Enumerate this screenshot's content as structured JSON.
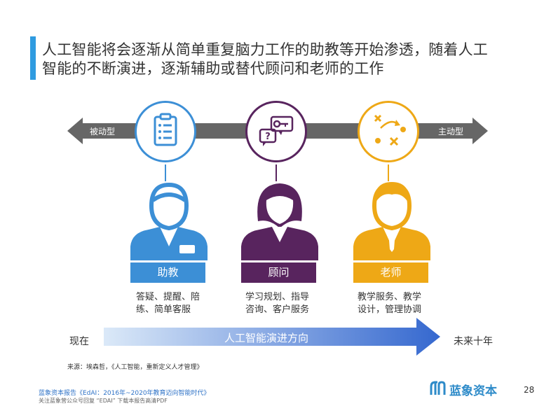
{
  "title": {
    "line1": "人工智能将会逐渐从简单重复脑力工作的助教等开始渗透，随着人工",
    "line2": "智能的不断演进，逐渐辅助或替代顾问和老师的工作"
  },
  "axis": {
    "left_label": "被动型",
    "right_label": "主动型"
  },
  "roles": [
    {
      "label": "助教",
      "desc_line1": "答疑、提醒、陪",
      "desc_line2": "练、简单客服",
      "icon": "clipboard-icon",
      "color": "#3c8fd6"
    },
    {
      "label": "顾问",
      "desc_line1": "学习规划、指导",
      "desc_line2": "咨询、客户服务",
      "icon": "chat-key-icon",
      "color": "#58245e"
    },
    {
      "label": "老师",
      "desc_line1": "教学服务、教学",
      "desc_line2": "设计，管理协调",
      "icon": "tactics-icon",
      "color": "#eea816"
    }
  ],
  "timeline": {
    "start": "现在",
    "arrow_label": "人工智能演进方向",
    "end": "未来十年"
  },
  "source": "来源：埃森哲，《人工智能，重新定义人才管理》",
  "footer": {
    "line1": "蓝象资本报告《EdAI：2016年~2020年教育迈向智能时代》",
    "line2": "关注蓝象营公众号回复 “EDAI” 下载本报告高清PDF"
  },
  "brand": "蓝象资本",
  "page_number": "28",
  "colors": {
    "accent_blue": "#2f9be0",
    "arrow_gray": "#666666",
    "timeline_blue": "#3a6fd0"
  }
}
